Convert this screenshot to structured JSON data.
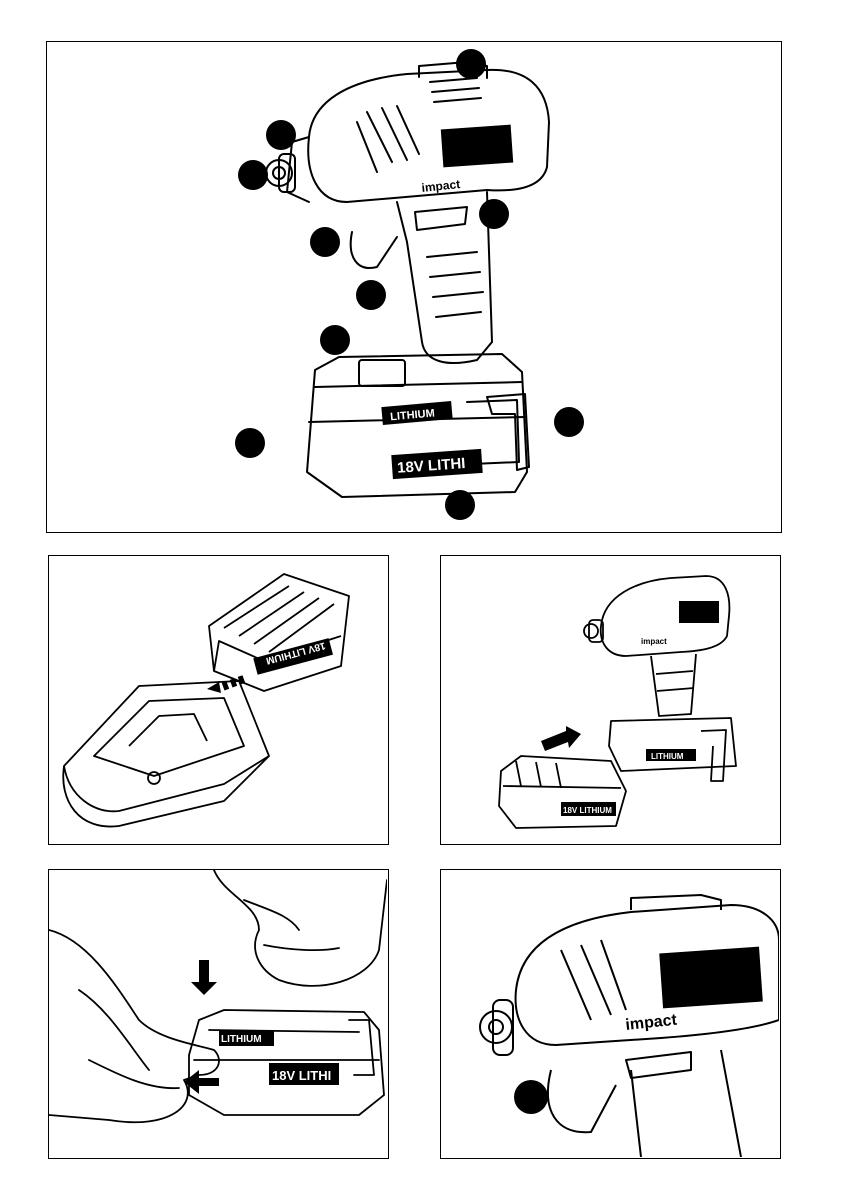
{
  "fig1": {
    "brand": "impact",
    "battery_top": "LITHIUM",
    "battery_front": "18V LITHI"
  },
  "fig2": {
    "battery_label": "18V LITHIUM"
  },
  "fig3": {
    "brand": "impact",
    "battery_label": "18V LITHIUM",
    "base_label": "LITHIUM"
  },
  "fig4": {
    "battery_top": "LITHIUM",
    "battery_front": "18V LITHI"
  },
  "fig5": {
    "brand": "impact"
  }
}
